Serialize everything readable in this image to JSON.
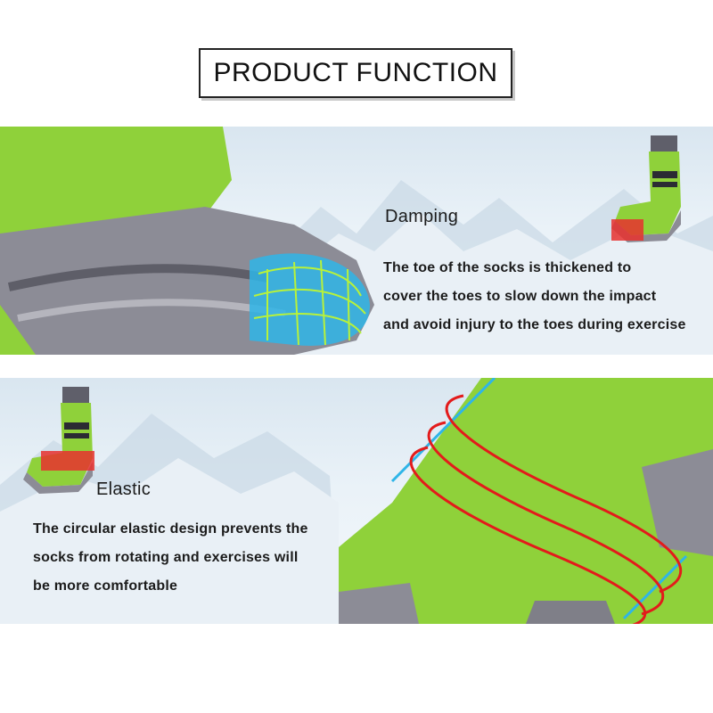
{
  "title": "PRODUCT FUNCTION",
  "damping": {
    "heading": "Damping",
    "lines": [
      "The toe of the socks is thickened to",
      "cover the toes to slow down the impact",
      "and avoid injury to the toes during exercise"
    ]
  },
  "elastic": {
    "heading": "Elastic",
    "lines": [
      "The circular elastic design prevents the",
      "socks from rotating and exercises will",
      "be more comfortable"
    ]
  },
  "colors": {
    "sock_green": "#8fd13a",
    "sock_gray": "#8c8c96",
    "cushion_blue": "#2fb5e8",
    "highlight_red": "#e8312f",
    "arrow_red": "#e31b1b",
    "sky": "#dfeaf3"
  }
}
